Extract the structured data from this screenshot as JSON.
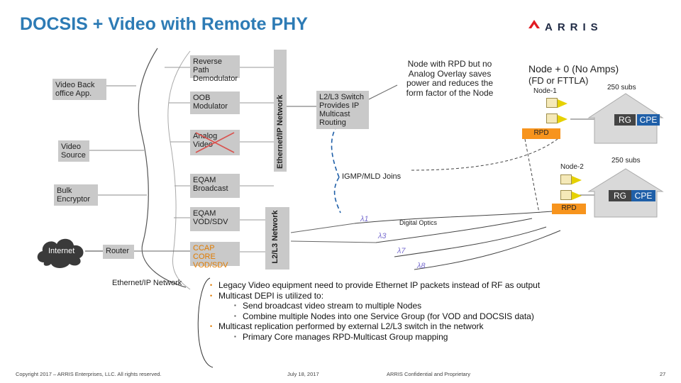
{
  "title": "DOCSIS + Video with Remote PHY",
  "logo": "ARRIS",
  "left_panel": {
    "video_back_office": "Video Back office App.",
    "video_source": "Video Source",
    "bulk_encryptor": "Bulk Encryptor",
    "internet": "Internet",
    "router": "Router",
    "ethernet_ip_network": "Ethernet/IP Network"
  },
  "modules": {
    "reverse_path": "Reverse Path Demodulator",
    "oob": "OOB Modulator",
    "analog_video": "Analog Video",
    "eqam_broadcast": "EQAM Broadcast",
    "eqam_vod": "EQAM VOD/SDV",
    "ccap_core": "CCAP CORE VOD/SDV"
  },
  "vertical_labels": {
    "ethernet_ip": "Ethernet/IP Network",
    "l2l3": "L2/L3 Network"
  },
  "switch": {
    "l2l3_switch": "L2/L3 Switch Provides IP Multicast Routing",
    "igmp": "IGMP/MLD Joins",
    "digital_optics": "Digital Optics",
    "lambdas": [
      "λ1",
      "λ3",
      "λ7",
      "λ8"
    ]
  },
  "node_note": "Node with RPD but no Analog Overlay saves power and reduces the form factor of the Node",
  "node_plus_0": {
    "heading": "Node + 0 (No Amps)",
    "sub": "(FD or FTTLA)"
  },
  "node1": {
    "label": "Node-1",
    "rpd": "RPD",
    "subs": "250 subs",
    "rg": "RG",
    "cpe": "CPE"
  },
  "node2": {
    "label": "Node-2",
    "rpd": "RPD",
    "subs": "250 subs",
    "rg": "RG",
    "cpe": "CPE"
  },
  "bullets": {
    "b1": "Legacy Video equipment need to provide Ethernet IP packets instead of RF as output",
    "b2": "Multicast DEPI is utilized to:",
    "b2a": "Send broadcast video stream to multiple Nodes",
    "b2b": "Combine multiple Nodes into one Service Group (for VOD and DOCSIS data)",
    "b3": "Multicast replication performed by external L2/L3 switch in the network",
    "b3a": "Primary Core manages RPD-Multicast Group mapping"
  },
  "footer": {
    "copyright": "Copyright 2017 – ARRIS Enterprises, LLC. All rights reserved.",
    "date": "July 18, 2017",
    "confidential": "ARRIS Confidential and Proprietary",
    "page": "27"
  },
  "colors": {
    "title": "#2d7bb5",
    "orange": "#f7941d",
    "grey_box": "#c9c9c9",
    "rg": "#444444",
    "cpe": "#1f5fa8"
  }
}
